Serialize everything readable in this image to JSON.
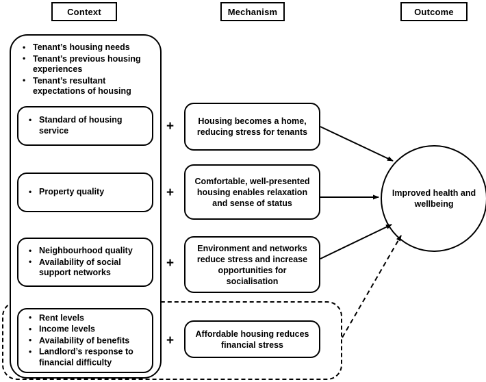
{
  "headers": {
    "context": "Context",
    "mechanism": "Mechanism",
    "outcome": "Outcome"
  },
  "context": {
    "intro_bullets": [
      "Tenant’s housing needs",
      "Tenant’s previous housing experiences",
      "Tenant’s resultant expectations of housing"
    ],
    "boxes": [
      {
        "bullets": [
          "Standard of housing service"
        ]
      },
      {
        "bullets": [
          "Property quality"
        ]
      },
      {
        "bullets": [
          "Neighbourhood quality",
          "Availability of social support networks"
        ]
      },
      {
        "bullets": [
          "Rent levels",
          "Income levels",
          "Availability of benefits",
          "Landlord’s response to financial difficulty"
        ]
      }
    ]
  },
  "operators": {
    "plus": "+",
    "labels": [
      "+",
      "+",
      "+",
      "+"
    ]
  },
  "mechanisms": [
    "Housing becomes a home, reducing stress for tenants",
    "Comfortable, well-presented housing enables relaxation and sense of status",
    "Environment and networks reduce stress and increase opportunities for socialisation",
    "Affordable housing reduces financial stress"
  ],
  "outcome": {
    "label": "Improved health and wellbeing"
  },
  "colors": {
    "stroke": "#000000",
    "background": "#ffffff",
    "text": "#000000"
  },
  "connectors": [
    {
      "from": "mechanism-1",
      "to": "outcome",
      "style": "solid"
    },
    {
      "from": "mechanism-2",
      "to": "outcome",
      "style": "solid"
    },
    {
      "from": "mechanism-3",
      "to": "outcome",
      "style": "solid"
    },
    {
      "from": "affordability-group",
      "to": "outcome",
      "style": "dashed"
    }
  ]
}
